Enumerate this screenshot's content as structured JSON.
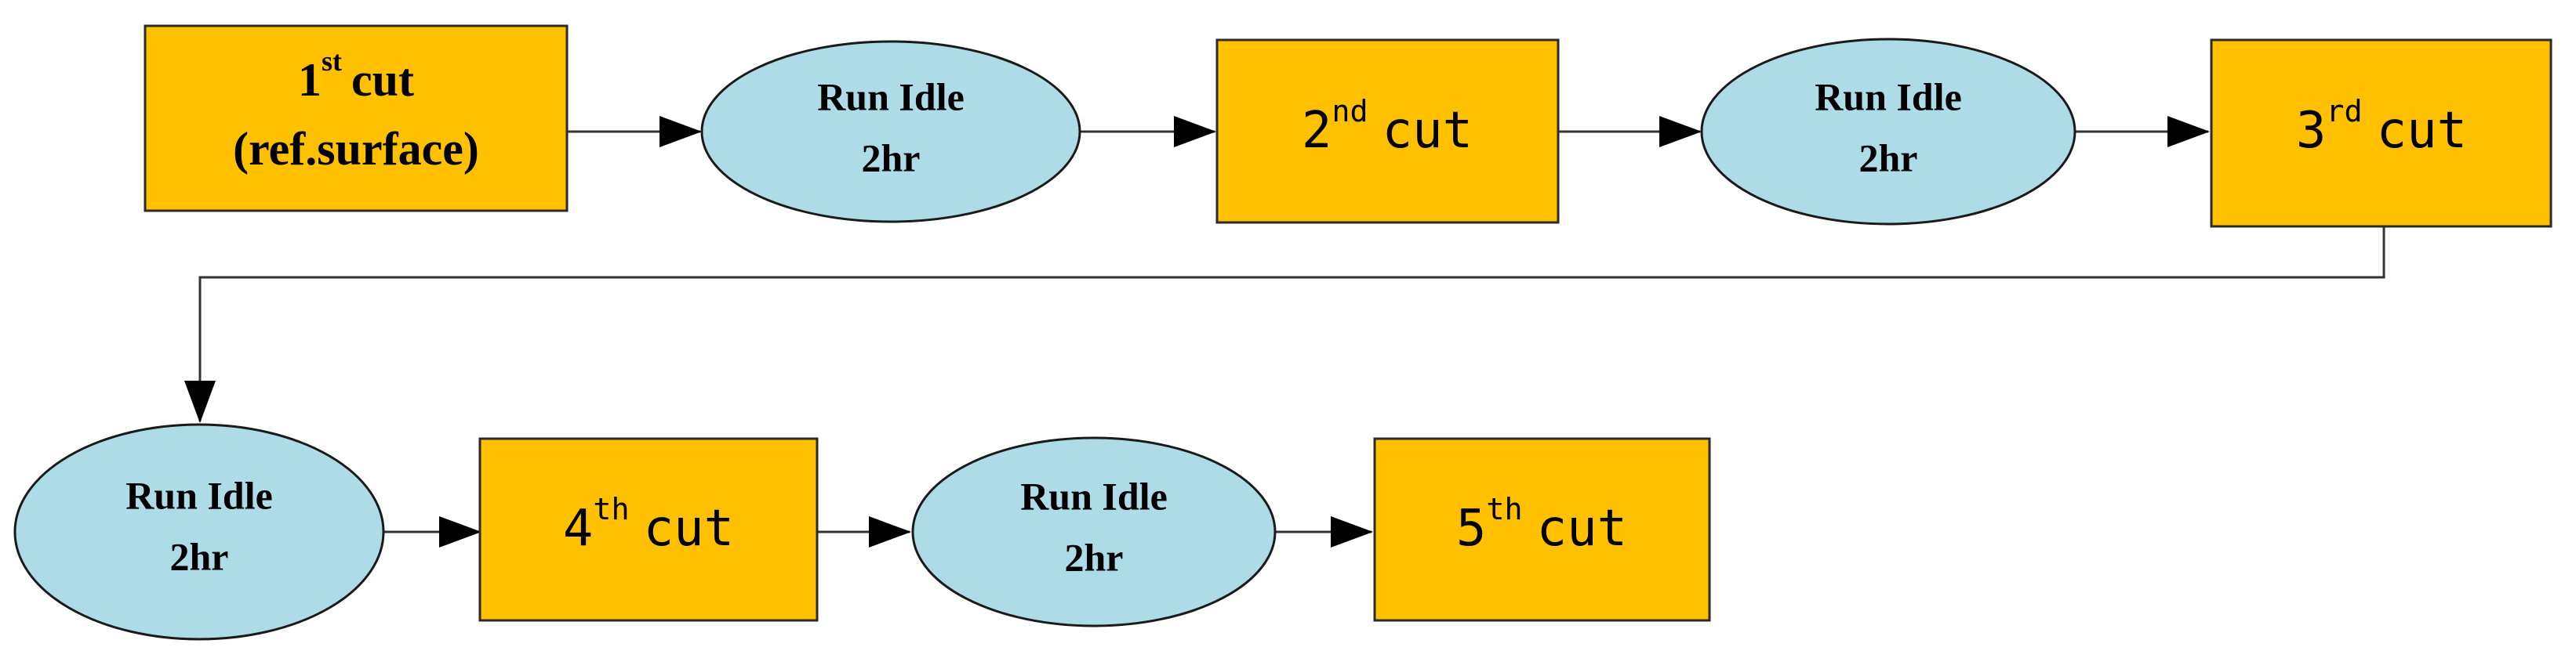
{
  "nodes": {
    "cut1": {
      "num": "1",
      "sup": "st",
      "word": "cut",
      "line2": "(ref.surface)"
    },
    "idle1": {
      "line1": "Run Idle",
      "line2": "2hr"
    },
    "cut2": {
      "num": "2",
      "sup": "nd",
      "word": "cut"
    },
    "idle2": {
      "line1": "Run Idle",
      "line2": "2hr"
    },
    "cut3": {
      "num": "3",
      "sup": "rd",
      "word": "cut"
    },
    "idle3": {
      "line1": "Run Idle",
      "line2": "2hr"
    },
    "cut4": {
      "num": "4",
      "sup": "th",
      "word": "cut"
    },
    "idle4": {
      "line1": "Run Idle",
      "line2": "2hr"
    },
    "cut5": {
      "num": "5",
      "sup": "th",
      "word": "cut"
    }
  },
  "edges": [
    {
      "from": "cut1",
      "to": "idle1"
    },
    {
      "from": "idle1",
      "to": "cut2"
    },
    {
      "from": "cut2",
      "to": "idle2"
    },
    {
      "from": "idle2",
      "to": "cut3"
    },
    {
      "from": "cut3",
      "to": "idle3"
    },
    {
      "from": "idle3",
      "to": "cut4"
    },
    {
      "from": "cut4",
      "to": "idle4"
    },
    {
      "from": "idle4",
      "to": "cut5"
    }
  ],
  "colors": {
    "cut_fill": "#ffc000",
    "idle_fill": "#aedce6",
    "arrow": "#000000"
  }
}
